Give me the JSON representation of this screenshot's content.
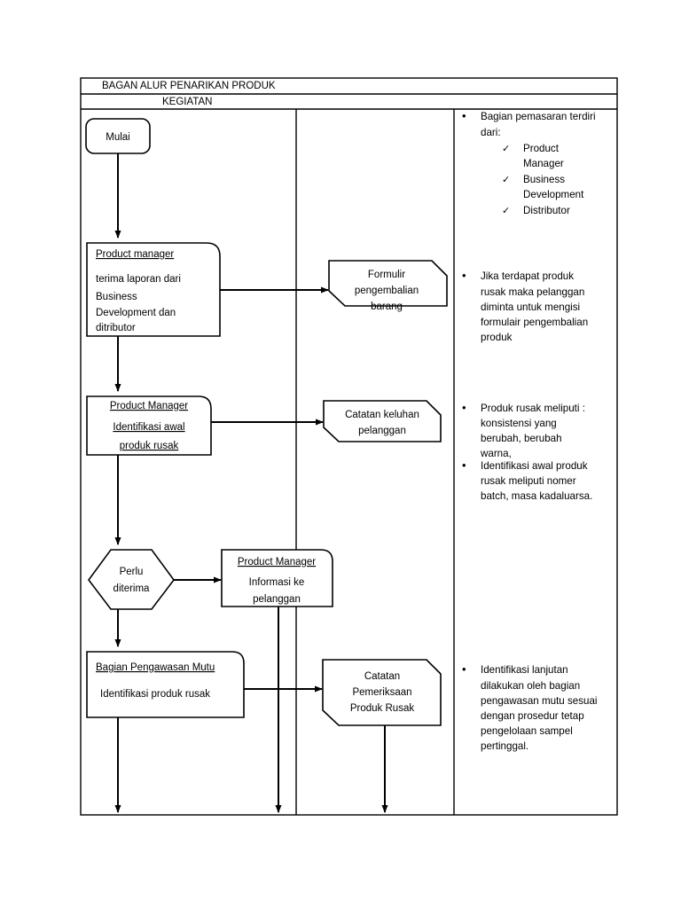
{
  "document": {
    "title_row": "BAGAN ALUR PENARIKAN PRODUK",
    "column_header": "KEGIATAN"
  },
  "chart_data": {
    "type": "diagram",
    "title": "BAGAN ALUR PENARIKAN PRODUK",
    "subtitle": "KEGIATAN",
    "columns": [
      "KEGIATAN",
      "",
      ""
    ],
    "nodes": [
      {
        "id": "start",
        "shape": "rounded-terminator",
        "lines": [
          "Mulai"
        ]
      },
      {
        "id": "pm-terima-laporan",
        "shape": "box-cut-corner",
        "heading": "Product manager",
        "lines": [
          "terima laporan dari",
          "Business",
          "Development dan",
          "ditributor"
        ]
      },
      {
        "id": "formulir-pengembalian",
        "shape": "octagon-document",
        "lines": [
          "Formulir",
          "pengembalian",
          "barang"
        ]
      },
      {
        "id": "pm-identifikasi-awal",
        "shape": "box-cut-corner",
        "heading": "Product Manager",
        "lines": [
          "Identifikasi awal",
          "produk rusak"
        ]
      },
      {
        "id": "catatan-keluhan",
        "shape": "octagon-document",
        "lines": [
          "Catatan keluhan",
          "pelanggan"
        ]
      },
      {
        "id": "perlu-diterima",
        "shape": "hexagon-decision",
        "lines": [
          "Perlu",
          "diterima"
        ]
      },
      {
        "id": "pm-informasi",
        "shape": "box-cut-corner",
        "heading": "Product Manager",
        "lines": [
          "Informasi ke",
          "pelanggan"
        ]
      },
      {
        "id": "bagian-pengawasan-mutu",
        "shape": "box-cut-corner",
        "heading": "Bagian Pengawasan Mutu",
        "lines": [
          "Identifikasi produk rusak"
        ]
      },
      {
        "id": "catatan-pemeriksaan",
        "shape": "octagon-document",
        "lines": [
          "Catatan",
          "Pemeriksaan",
          "Produk Rusak"
        ]
      }
    ],
    "edges": [
      {
        "from": "start",
        "to": "pm-terima-laporan",
        "arrow": true
      },
      {
        "from": "pm-terima-laporan",
        "to": "formulir-pengembalian",
        "arrow": true
      },
      {
        "from": "pm-terima-laporan",
        "to": "pm-identifikasi-awal",
        "arrow": true
      },
      {
        "from": "pm-identifikasi-awal",
        "to": "catatan-keluhan",
        "arrow": true
      },
      {
        "from": "pm-identifikasi-awal",
        "to": "perlu-diterima",
        "arrow": true
      },
      {
        "from": "perlu-diterima",
        "to": "pm-informasi",
        "arrow": true
      },
      {
        "from": "perlu-diterima",
        "to": "bagian-pengawasan-mutu",
        "arrow": true
      },
      {
        "from": "bagian-pengawasan-mutu",
        "to": "catatan-pemeriksaan",
        "arrow": true
      },
      {
        "from": "bagian-pengawasan-mutu",
        "to": "bottom",
        "arrow": true
      },
      {
        "from": "pm-informasi",
        "to": "bottom",
        "arrow": true
      },
      {
        "from": "catatan-pemeriksaan",
        "to": "bottom",
        "arrow": true
      }
    ]
  },
  "nodes": {
    "start": {
      "label": "Mulai"
    },
    "pm_terima": {
      "heading": "Product manager",
      "l1": "terima laporan dari",
      "l2": "Business",
      "l3": "Development dan",
      "l4": "ditributor"
    },
    "formulir": {
      "l1": "Formulir",
      "l2": "pengembalian",
      "l3": "barang"
    },
    "pm_identifikasi": {
      "heading": "Product Manager",
      "l1": "Identifikasi awal",
      "l2": "produk rusak"
    },
    "catatan_keluhan": {
      "l1": "Catatan keluhan",
      "l2": "pelanggan"
    },
    "perlu": {
      "l1": "Perlu",
      "l2": "diterima"
    },
    "pm_informasi": {
      "heading": "Product Manager",
      "l1": "Informasi ke",
      "l2": "pelanggan"
    },
    "pengawasan": {
      "heading": "Bagian Pengawasan Mutu",
      "l1": "Identifikasi produk rusak"
    },
    "catatan_pemeriksaan": {
      "l1": "Catatan",
      "l2": "Pemeriksaan",
      "l3": "Produk Rusak"
    }
  },
  "notes": {
    "bullet_glyph": "•",
    "check_glyph": "✓",
    "note1": {
      "lines": [
        "Bagian pemasaran terdiri",
        "dari:"
      ],
      "sub": [
        {
          "lines": [
            "Product",
            "Manager"
          ]
        },
        {
          "lines": [
            "Business",
            "Development"
          ]
        },
        {
          "lines": [
            "Distributor"
          ]
        }
      ]
    },
    "note2": {
      "lines": [
        "Jika terdapat produk",
        "rusak maka pelanggan",
        "diminta untuk mengisi",
        "formulair pengembalian",
        "produk"
      ]
    },
    "note3a": {
      "lines": [
        "Produk rusak meliputi :",
        "konsistensi yang",
        "berubah, berubah",
        "warna,"
      ]
    },
    "note3b": {
      "lines": [
        "Identifikasi awal produk",
        "rusak meliputi nomer",
        "batch, masa kadaluarsa."
      ]
    },
    "note4": {
      "lines": [
        "Identifikasi lanjutan",
        "dilakukan oleh bagian",
        "pengawasan mutu sesuai",
        "dengan prosedur tetap",
        "pengelolaan sampel",
        "pertinggal."
      ]
    }
  },
  "colors": {
    "stroke": "#000000",
    "fill": "#ffffff",
    "text": "#000000"
  }
}
